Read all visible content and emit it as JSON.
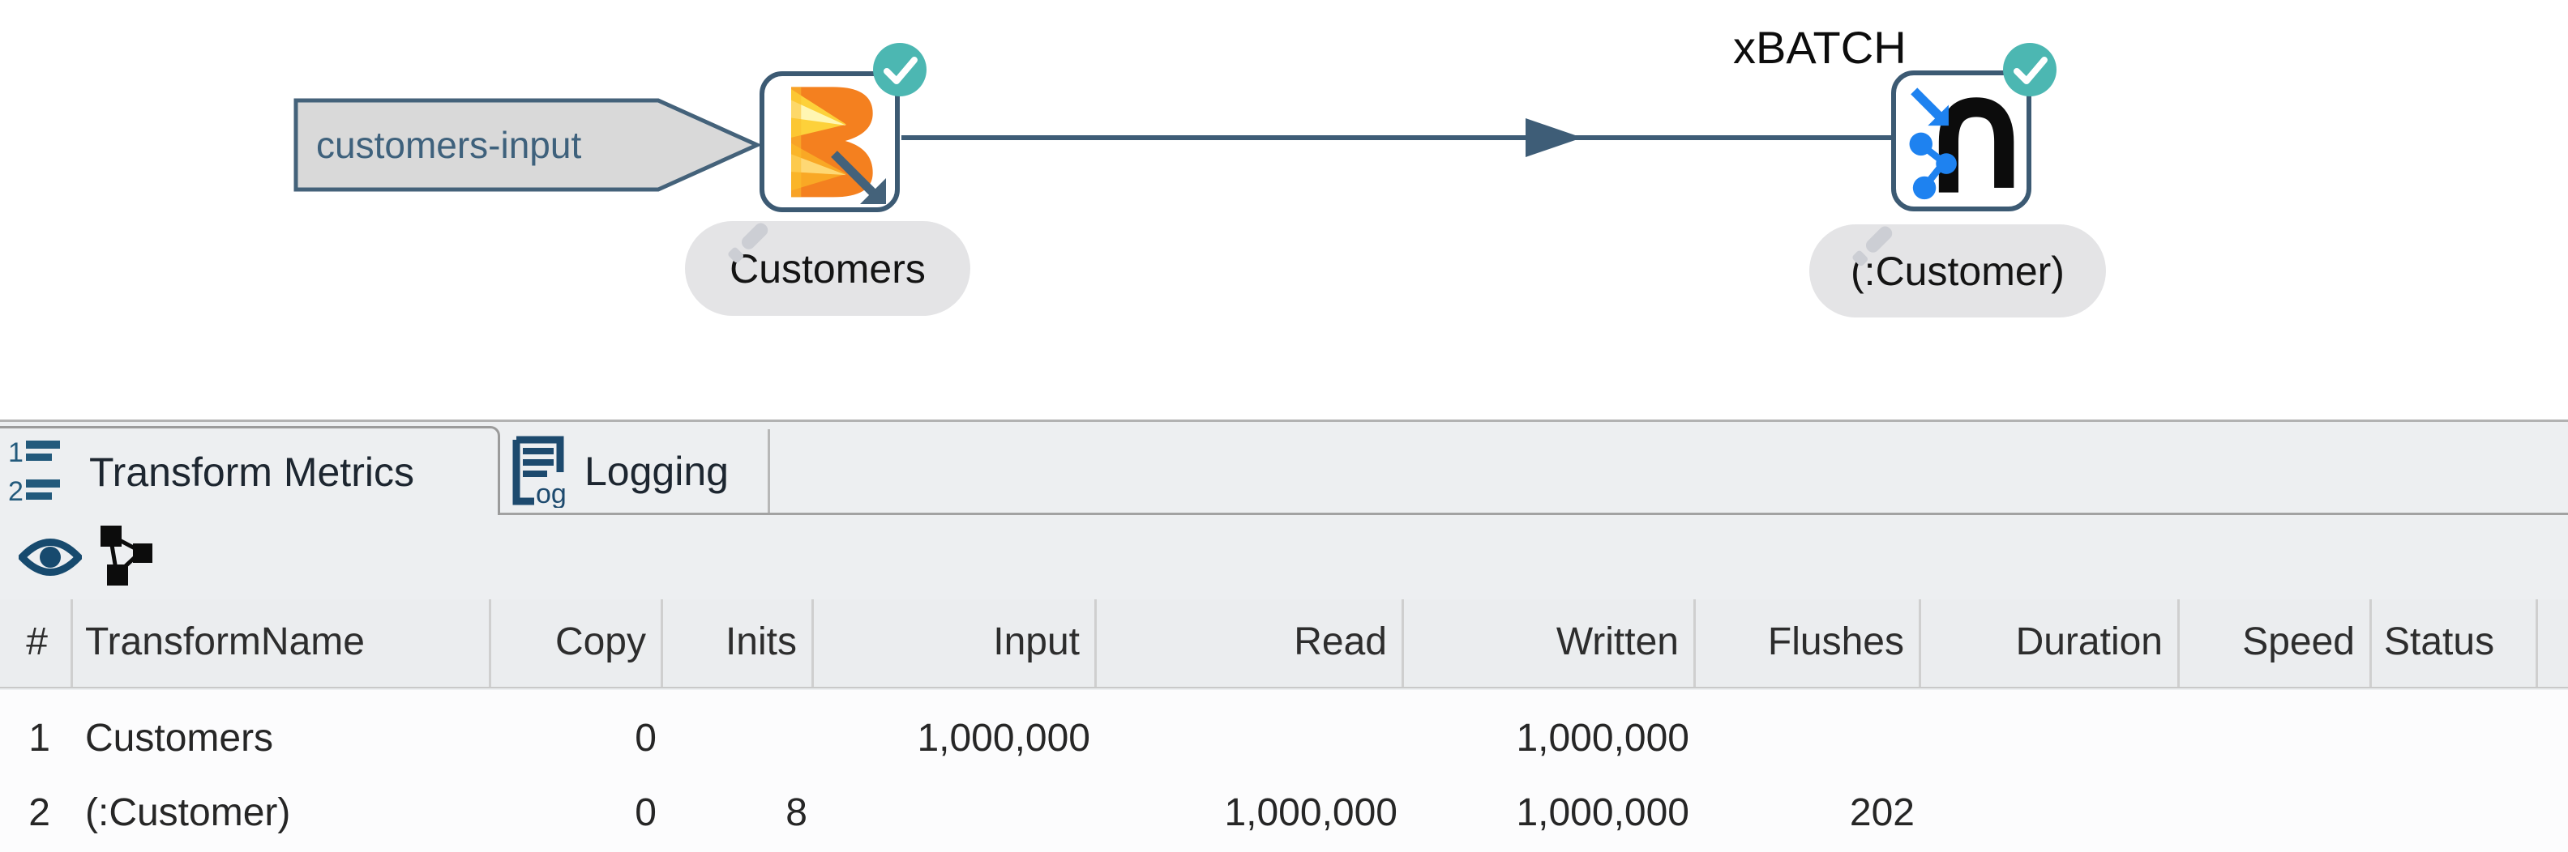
{
  "canvas": {
    "input_callout": "customers-input",
    "nodes": [
      {
        "name": "Customers",
        "icon": "beam-transform-icon",
        "status": "success",
        "annotation": ""
      },
      {
        "name": "(:Customer)",
        "icon": "neo4j-output-icon",
        "status": "success",
        "annotation": "xBATCH"
      }
    ]
  },
  "tabs": [
    {
      "label": "Transform Metrics",
      "icon": "numbered-list-icon",
      "active": true
    },
    {
      "label": "Logging",
      "icon": "log-document-icon",
      "active": false
    }
  ],
  "toolbar": {
    "icons": [
      "preview-eye-icon",
      "lineage-graph-icon"
    ]
  },
  "metrics_table": {
    "columns": [
      "#",
      "TransformName",
      "Copy",
      "Inits",
      "Input",
      "Read",
      "Written",
      "Flushes",
      "Duration",
      "Speed",
      "Status"
    ],
    "rows": [
      {
        "num": "1",
        "name": "Customers",
        "copy": "0",
        "inits": "",
        "input": "1,000,000",
        "read": "",
        "written": "1,000,000",
        "flushes": "",
        "duration": "",
        "speed": "",
        "status": ""
      },
      {
        "num": "2",
        "name": "(:Customer)",
        "copy": "0",
        "inits": "8",
        "input": "",
        "read": "1,000,000",
        "written": "1,000,000",
        "flushes": "202",
        "duration": "",
        "speed": "",
        "status": ""
      }
    ]
  },
  "colors": {
    "accent_slate": "#3c5a73",
    "success_teal": "#4cb7b2",
    "neo4j_blue": "#1e82f0",
    "beam_orange": "#f4801f",
    "panel_bg": "#edeff1"
  }
}
